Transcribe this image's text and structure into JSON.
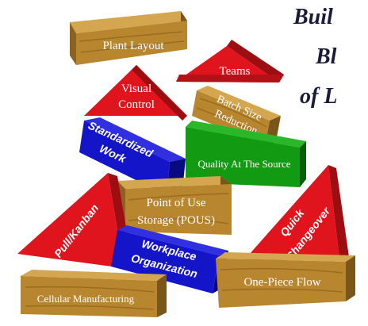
{
  "title": {
    "line1": "Buil",
    "line2": "Bl",
    "line3": "of L"
  },
  "blocks": {
    "plant_layout": "Plant Layout",
    "teams": "Teams",
    "visual_control_1": "Visual",
    "visual_control_2": "Control",
    "batch_size_1": "Batch Size",
    "batch_size_2": "Reduction",
    "standardized_1": "Standardized",
    "standardized_2": "Work",
    "quality": "Quality At The Source",
    "pou_1": "Point of Use",
    "pou_2": "Storage (POUS)",
    "pull_kanban": "Pull/Kanban",
    "quick_1": "Quick",
    "quick_2": "Changeover",
    "workplace_1": "Workplace",
    "workplace_2": "Organization",
    "cellular": "Cellular Manufacturing",
    "one_piece": "One-Piece Flow"
  },
  "colors": {
    "wood": "#b8862e",
    "wood_dark": "#7a561a",
    "wood_light": "#d4a650",
    "red": "#e0141c",
    "red_dark": "#9c0e12",
    "blue": "#1414c8",
    "blue_dark": "#0a0a80",
    "green": "#129a12",
    "green_dark": "#0a5e0a",
    "title": "#1a1a3a"
  }
}
